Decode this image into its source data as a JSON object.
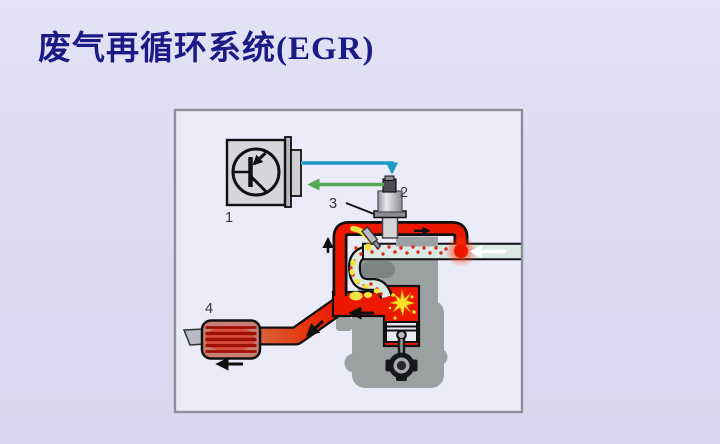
{
  "title": {
    "text": "废气再循环系统(EGR)",
    "color": "#1b1b86"
  },
  "diagram": {
    "description_icons": [
      "transistor-icon",
      "spark-icon",
      "arrow-icons"
    ],
    "callouts": [
      {
        "number": "1",
        "component": "ecu-control-unit"
      },
      {
        "number": "2",
        "component": "egr-valve"
      },
      {
        "number": "3",
        "component": "egr-valve-flange"
      },
      {
        "number": "4",
        "component": "catalytic-converter-muffler"
      }
    ],
    "flow_arrows": [
      "egr-gas-up-arrow",
      "egr-pipe-right-arrow",
      "intake-air-left-arrow",
      "exhaust-port-left-arrow",
      "exhaust-pipe-down-left-arrow",
      "tailpipe-left-arrow"
    ],
    "colors": {
      "slide_background": "#dcdaf1",
      "panel_fill": "#ecebf9",
      "panel_border": "#8e8e9a",
      "command_signal_blue": "#1f9ac6",
      "feedback_signal_green": "#55a855",
      "hot_exhaust_red": "#ed1800",
      "intake_air_pale": "#dbe9e4",
      "engine_gray": "#9ba1a1",
      "fuel_yellow": "#f2e440",
      "spark_yellow": "#ffdf26",
      "outline_black": "#101010"
    }
  }
}
